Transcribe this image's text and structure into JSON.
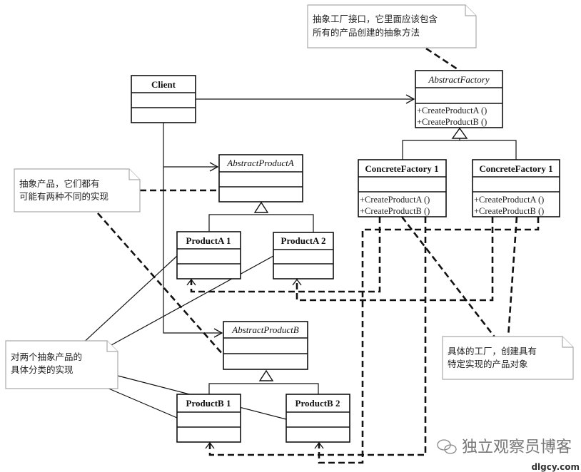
{
  "classes": {
    "client": {
      "name": "Client"
    },
    "abstract_factory": {
      "name": "AbstractFactory",
      "methods": [
        "+CreateProductA ()",
        "+CreateProductB ()"
      ]
    },
    "concrete_factory_1": {
      "name": "ConcreteFactory 1",
      "methods": [
        "+CreateProductA ()",
        "+CreateProductB ()"
      ]
    },
    "concrete_factory_2": {
      "name": "ConcreteFactory 1",
      "methods": [
        "+CreateProductA ()",
        "+CreateProductB ()"
      ]
    },
    "abstract_product_a": {
      "name": "AbstractProductA"
    },
    "product_a1": {
      "name": "ProductA 1"
    },
    "product_a2": {
      "name": "ProductA 2"
    },
    "abstract_product_b": {
      "name": "AbstractProductB"
    },
    "product_b1": {
      "name": "ProductB 1"
    },
    "product_b2": {
      "name": "ProductB 2"
    }
  },
  "notes": {
    "factory_interface": [
      "抽象工厂接口，它里面应该包含",
      "所有的产品创建的抽象方法"
    ],
    "abstract_products": [
      "抽象产品，它们都有",
      "可能有两种不同的实现"
    ],
    "concrete_products": [
      "对两个抽象产品的",
      "具体分类的实现"
    ],
    "concrete_factories": [
      "具体的工厂，创建具有",
      "特定实现的产品对象"
    ]
  },
  "watermark": {
    "title": "独立观察员博客",
    "site": "dlgcy.com"
  }
}
